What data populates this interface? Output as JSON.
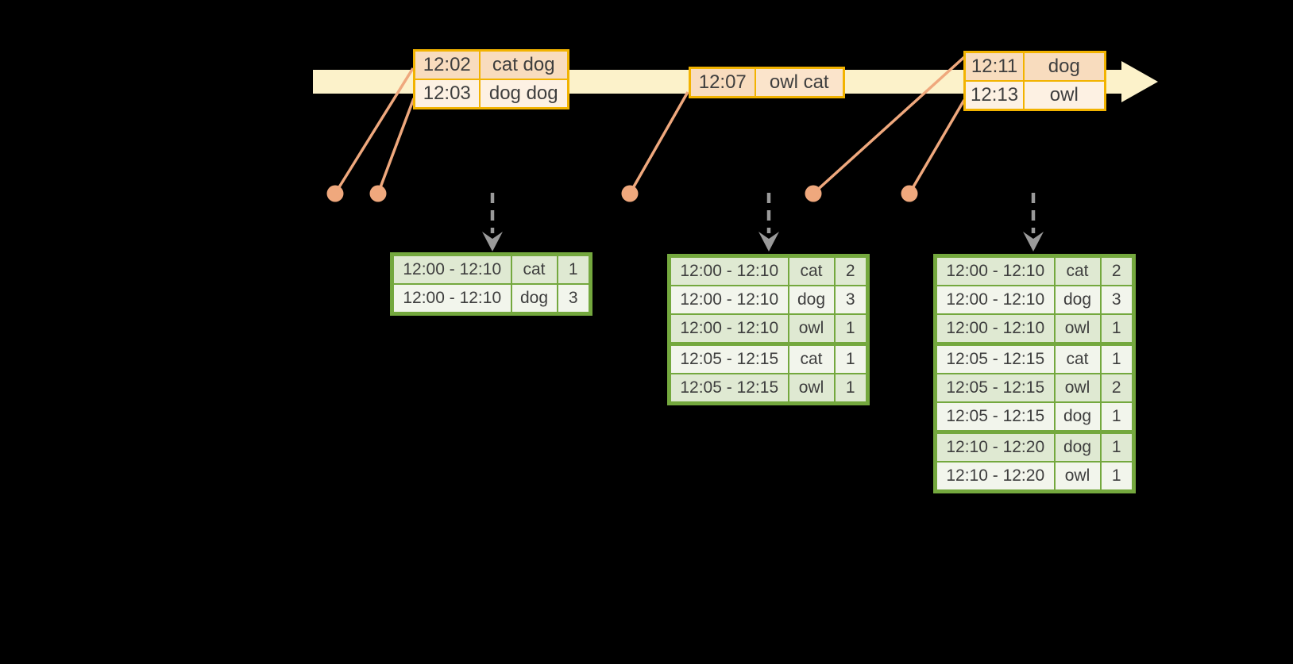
{
  "diagram": {
    "title_semantics": "windowed word counts over event-time stream",
    "colors": {
      "background": "#000000",
      "timeline_band": "#fcf2ca",
      "event_table_border": "#f2b300",
      "event_row_dark": "#f8dcbe",
      "event_row_light": "#fdf1e3",
      "connector_salmon": "#efa87d",
      "trigger_arrow_gray": "#9a9a9a",
      "result_table_border": "#74a83e",
      "result_row_dark": "#dfe9d2",
      "result_row_light": "#f2f5ec",
      "text": "#3e3e3e"
    },
    "event_tables": [
      {
        "rows": [
          {
            "time": "12:02",
            "words": "cat dog"
          },
          {
            "time": "12:03",
            "words": "dog dog"
          }
        ]
      },
      {
        "rows": [
          {
            "time": "12:07",
            "words": "owl cat"
          }
        ]
      },
      {
        "rows": [
          {
            "time": "12:11",
            "words": "dog"
          },
          {
            "time": "12:13",
            "words": "owl"
          }
        ]
      }
    ],
    "result_tables": [
      {
        "rows": [
          {
            "window": "12:00 - 12:10",
            "word": "cat",
            "count": "1"
          },
          {
            "window": "12:00 - 12:10",
            "word": "dog",
            "count": "3"
          }
        ]
      },
      {
        "rows": [
          {
            "window": "12:00 - 12:10",
            "word": "cat",
            "count": "2"
          },
          {
            "window": "12:00 - 12:10",
            "word": "dog",
            "count": "3"
          },
          {
            "window": "12:00 - 12:10",
            "word": "owl",
            "count": "1"
          },
          {
            "window": "12:05 - 12:15",
            "word": "cat",
            "count": "1"
          },
          {
            "window": "12:05 - 12:15",
            "word": "owl",
            "count": "1"
          }
        ]
      },
      {
        "rows": [
          {
            "window": "12:00 - 12:10",
            "word": "cat",
            "count": "2"
          },
          {
            "window": "12:00 - 12:10",
            "word": "dog",
            "count": "3"
          },
          {
            "window": "12:00 - 12:10",
            "word": "owl",
            "count": "1"
          },
          {
            "window": "12:05 - 12:15",
            "word": "cat",
            "count": "1"
          },
          {
            "window": "12:05 - 12:15",
            "word": "owl",
            "count": "2"
          },
          {
            "window": "12:05 - 12:15",
            "word": "dog",
            "count": "1"
          },
          {
            "window": "12:10 - 12:20",
            "word": "dog",
            "count": "1"
          },
          {
            "window": "12:10 - 12:20",
            "word": "owl",
            "count": "1"
          }
        ]
      }
    ]
  }
}
